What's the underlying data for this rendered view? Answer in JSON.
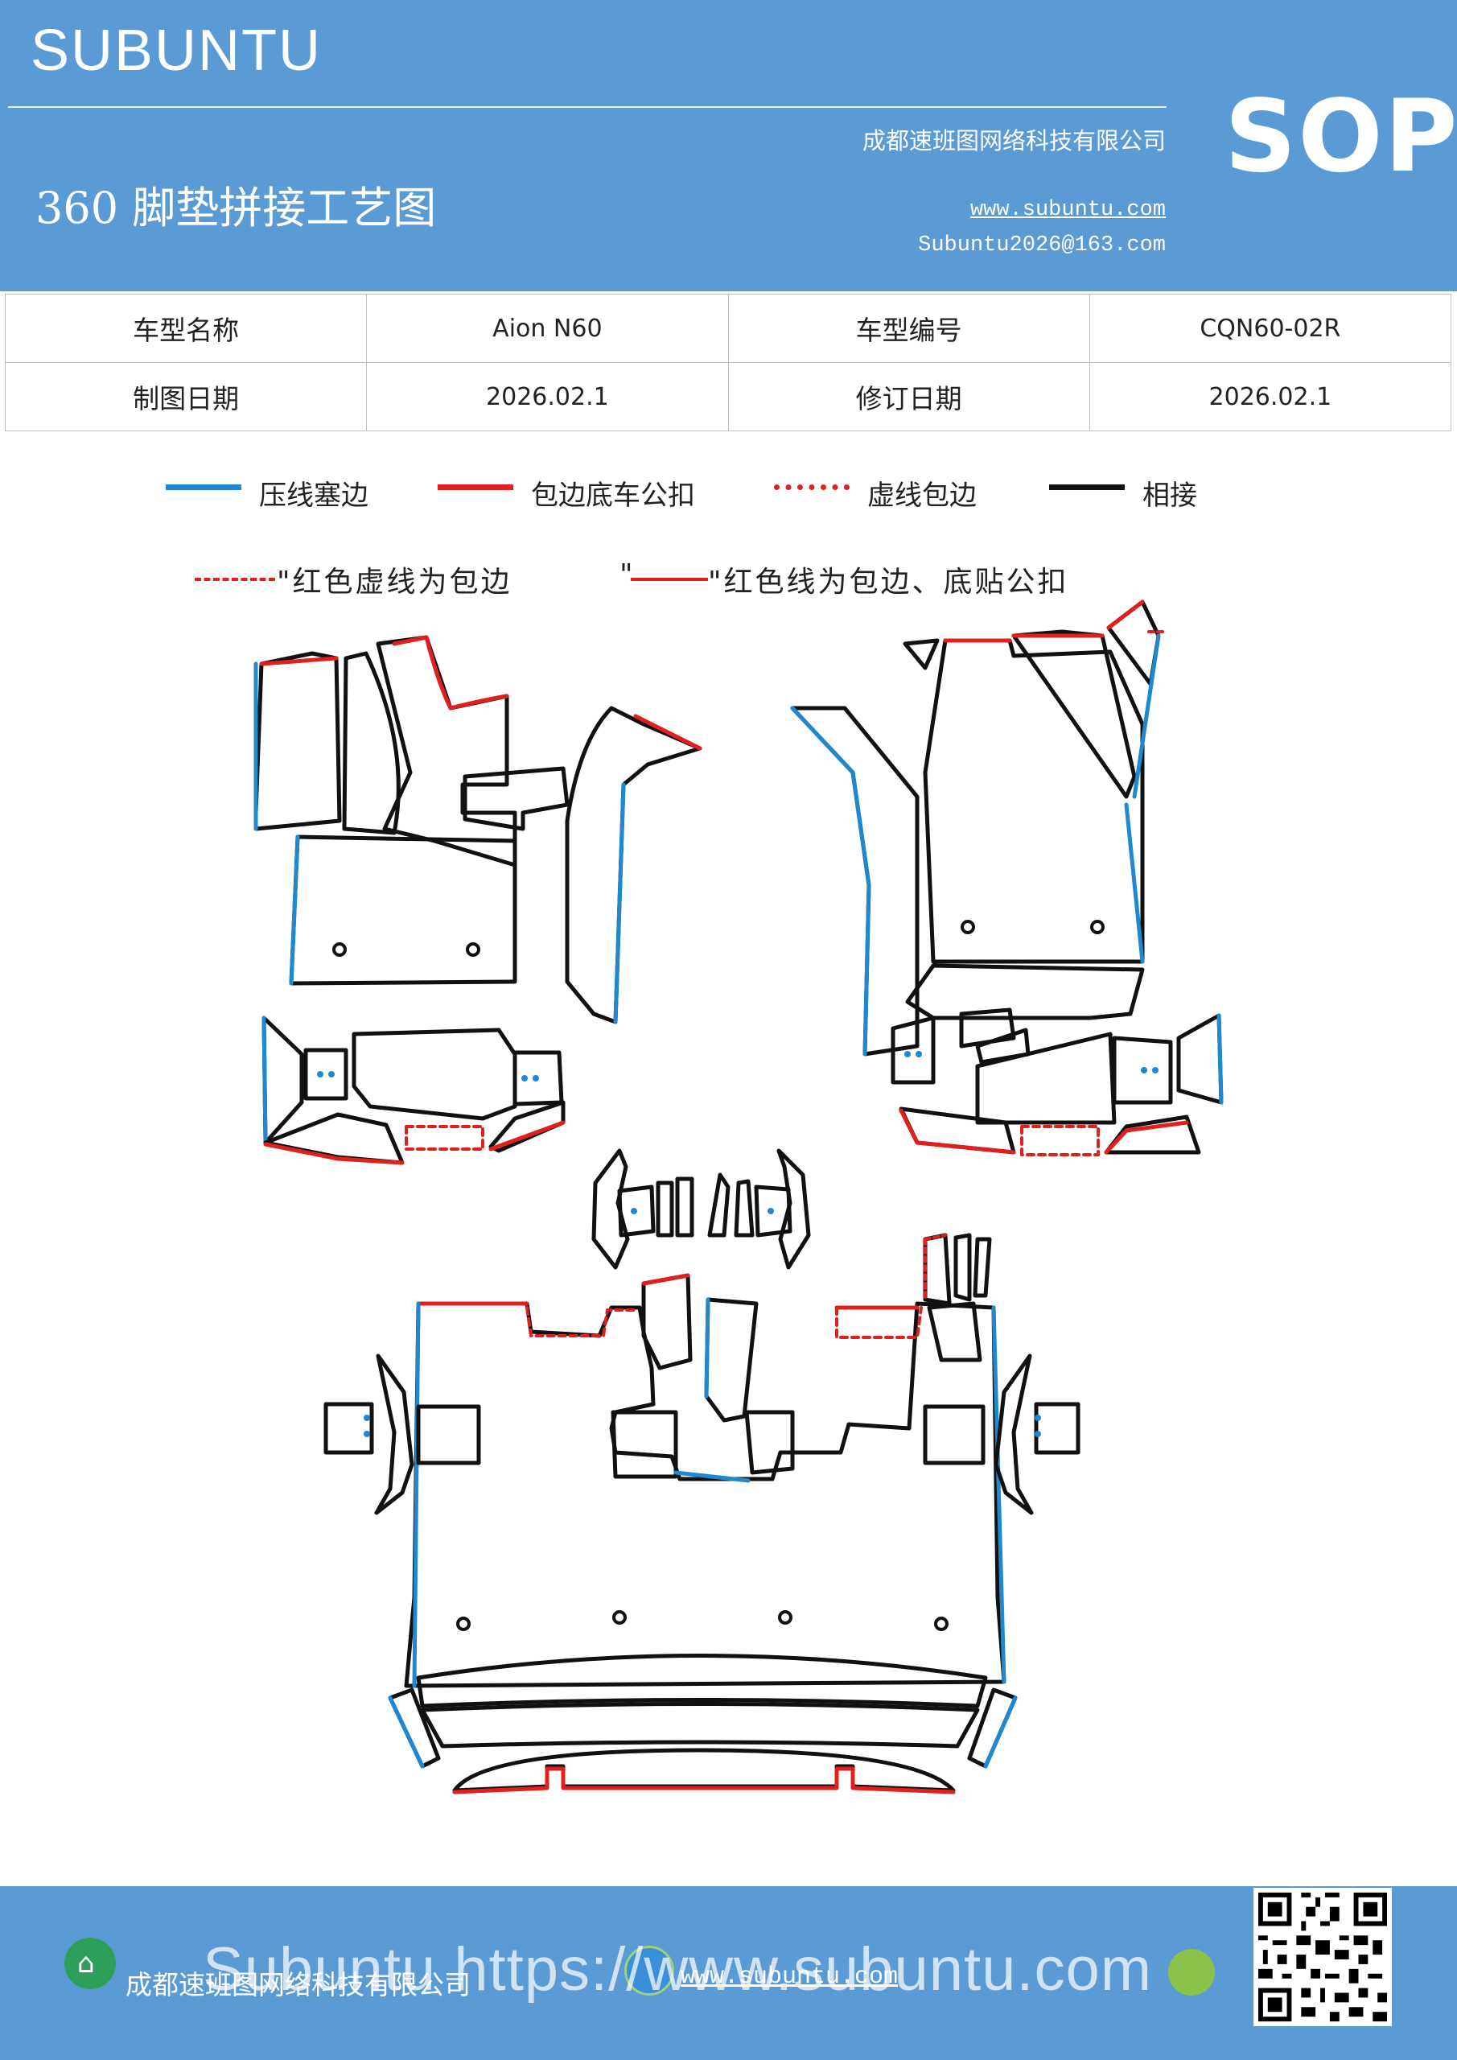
{
  "header": {
    "brand": "SUBUNTU",
    "title": "360 脚垫拼接工艺图",
    "company": "成都速班图网络科技有限公司",
    "website": "www.subuntu.com",
    "email": "Subuntu2026@163.com",
    "badge": "SOP"
  },
  "info_table": {
    "rows": [
      [
        {
          "label": "车型名称"
        },
        {
          "value": "Aion  N60"
        },
        {
          "label": "车型编号"
        },
        {
          "value": "CQN60-02R"
        }
      ],
      [
        {
          "label": "制图日期"
        },
        {
          "value": "2026.02.1"
        },
        {
          "label": "修订日期"
        },
        {
          "value": "2026.02.1"
        }
      ]
    ]
  },
  "legend": {
    "items": [
      {
        "label": "压线塞边",
        "color": "#1e88d0",
        "style": "solid"
      },
      {
        "label": "包边底车公扣",
        "color": "#e0201c",
        "style": "solid"
      },
      {
        "label": "虚线包边",
        "color": "#e0201c",
        "style": "dotted"
      },
      {
        "label": "相接",
        "color": "#111111",
        "style": "solid"
      }
    ]
  },
  "note": {
    "dashed_text": "\"红色虚线为包边",
    "solid_prefix": "\"",
    "solid_text": "\"红色线为包边、底贴公扣"
  },
  "colors": {
    "header_bg": "#5b9bd5",
    "press_line": "#1e88d0",
    "edge_red": "#e0201c",
    "joint_black": "#111111"
  },
  "footer": {
    "company": "成都速班图网络科技有限公司",
    "website": "www.subuntu.com",
    "watermark": "Subuntu  https://www.subuntu.com"
  }
}
